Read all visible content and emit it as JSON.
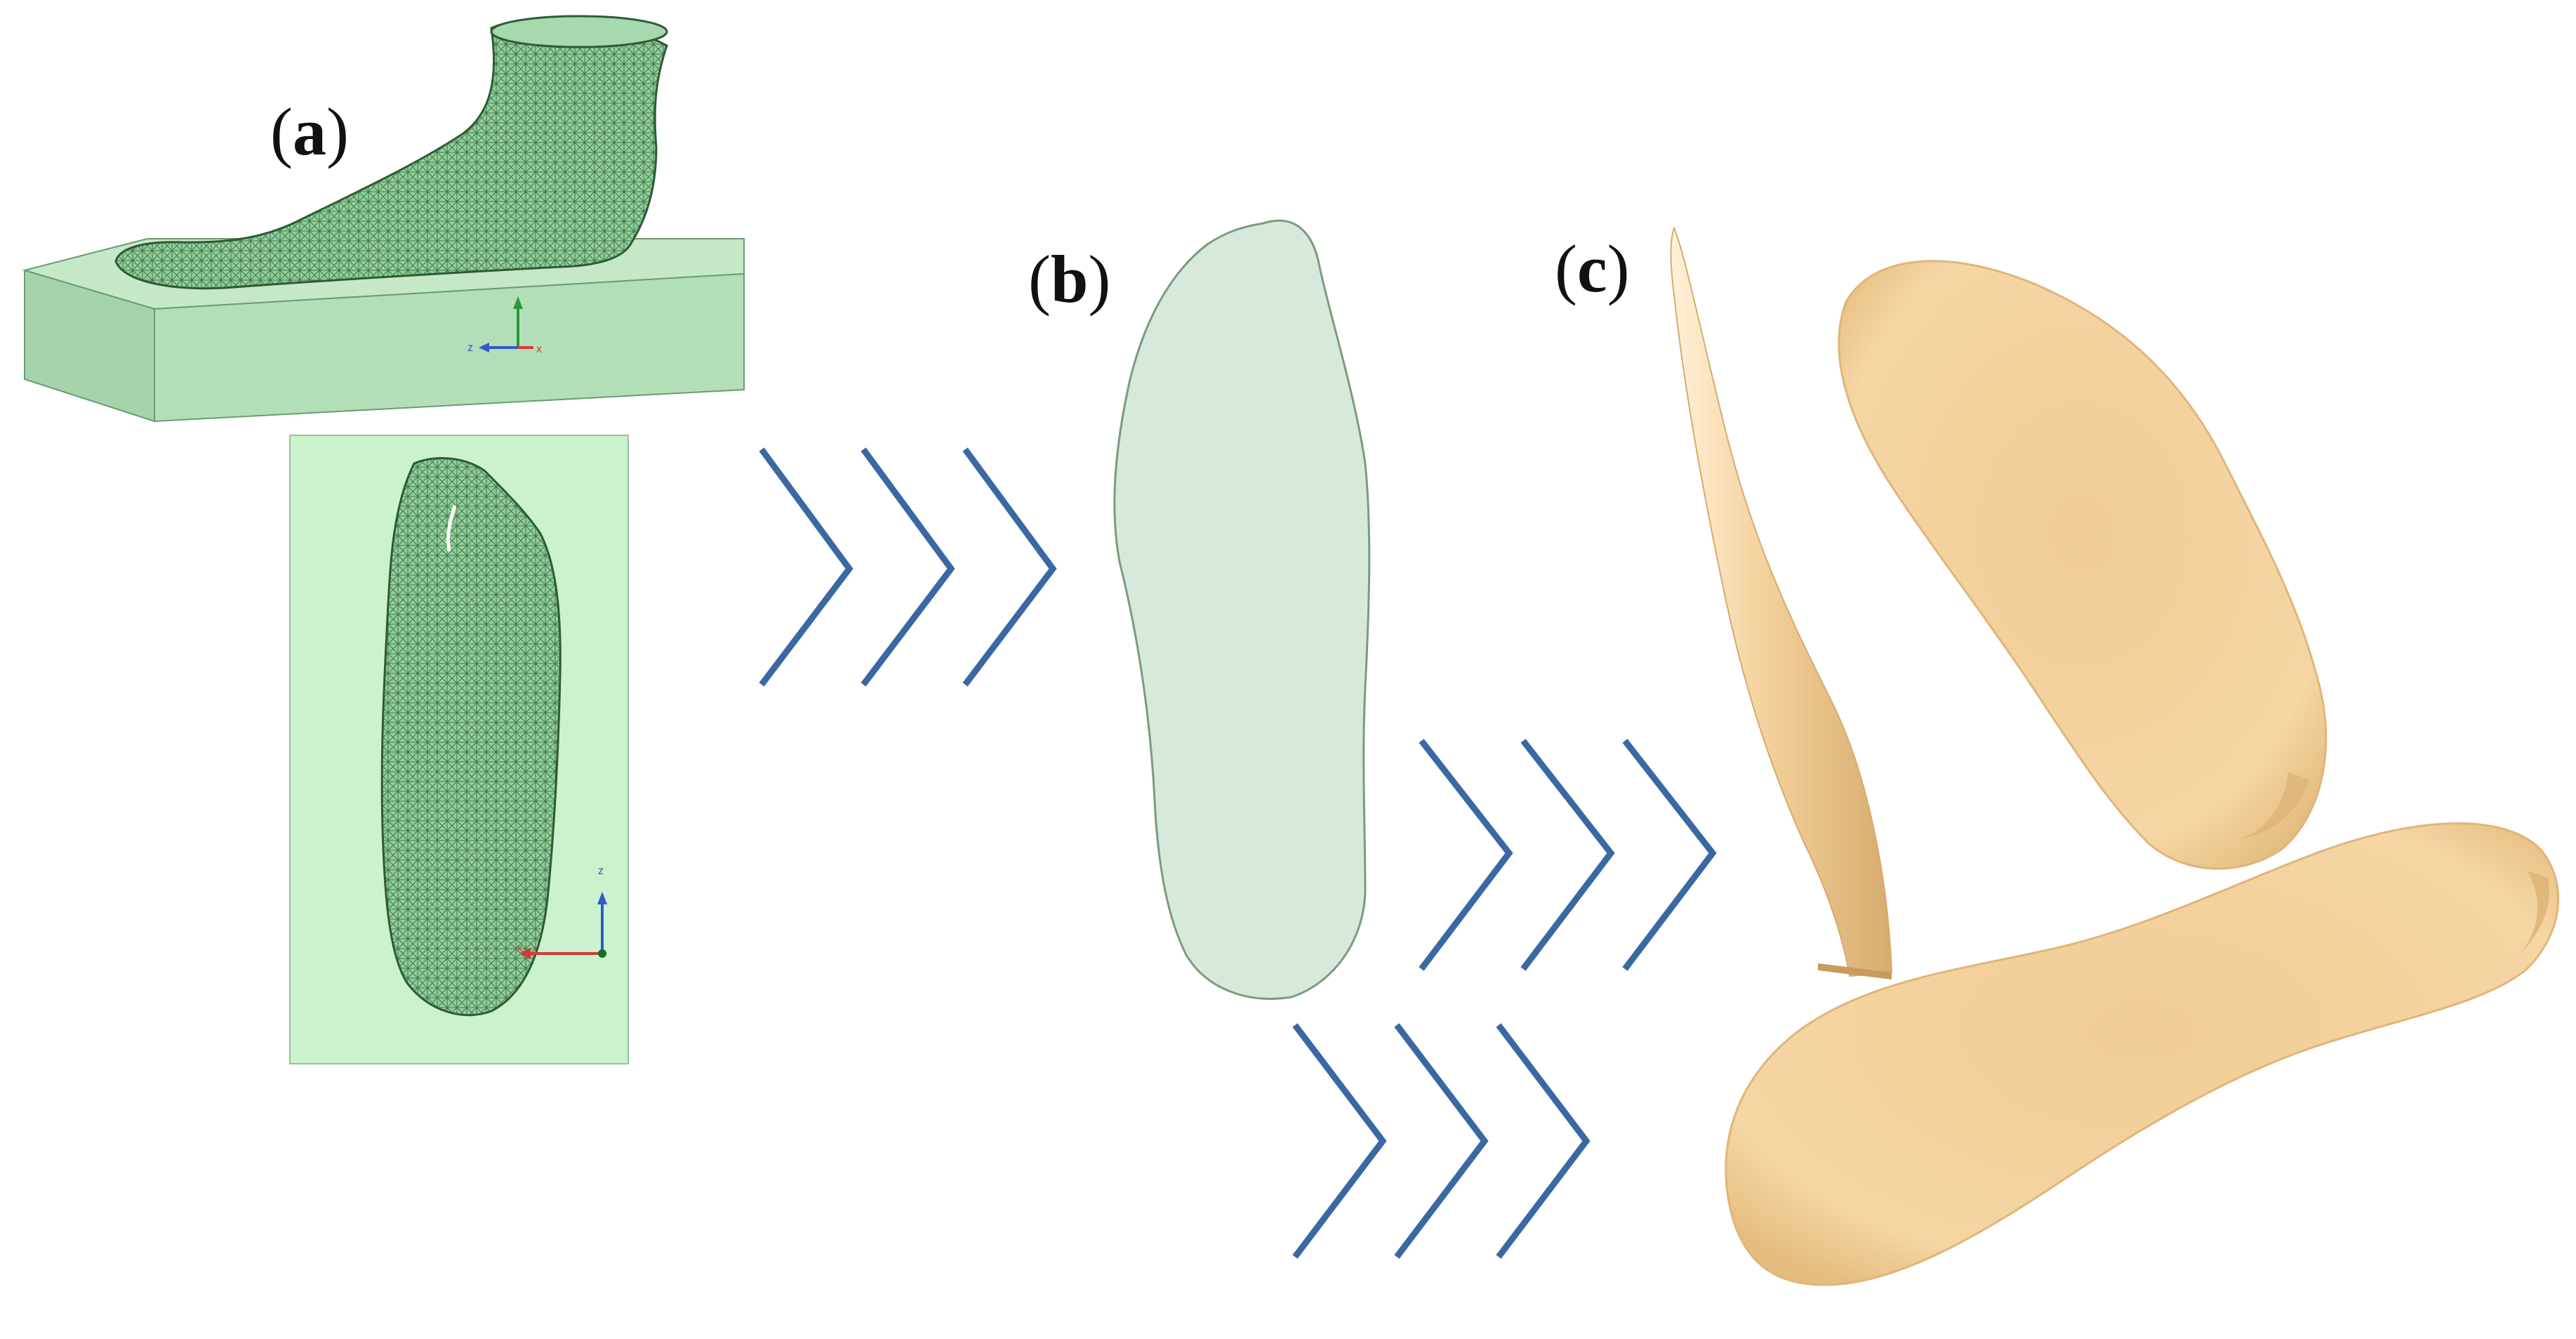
{
  "panels": [
    {
      "id": "a",
      "paren_open": "(",
      "letter": "a",
      "paren_close": ")"
    },
    {
      "id": "b",
      "paren_open": "(",
      "letter": "b",
      "paren_close": ")"
    },
    {
      "id": "c",
      "paren_open": "(",
      "letter": "c",
      "paren_close": ")"
    }
  ],
  "axes_side_view": {
    "z": "z",
    "x": "x"
  },
  "axes_sole_view": {
    "z": "z",
    "x": "x"
  },
  "colors": {
    "mesh_green": "#8fcf9a",
    "mesh_line": "#2f5a36",
    "base_block": "#b3dfb8",
    "sole_background": "#c9f2cd",
    "outline_fill": "#d7e9db",
    "chevron_blue": "#3a68a3",
    "insole": "#f2cf98",
    "insole_shadow": "#d9b47a"
  }
}
